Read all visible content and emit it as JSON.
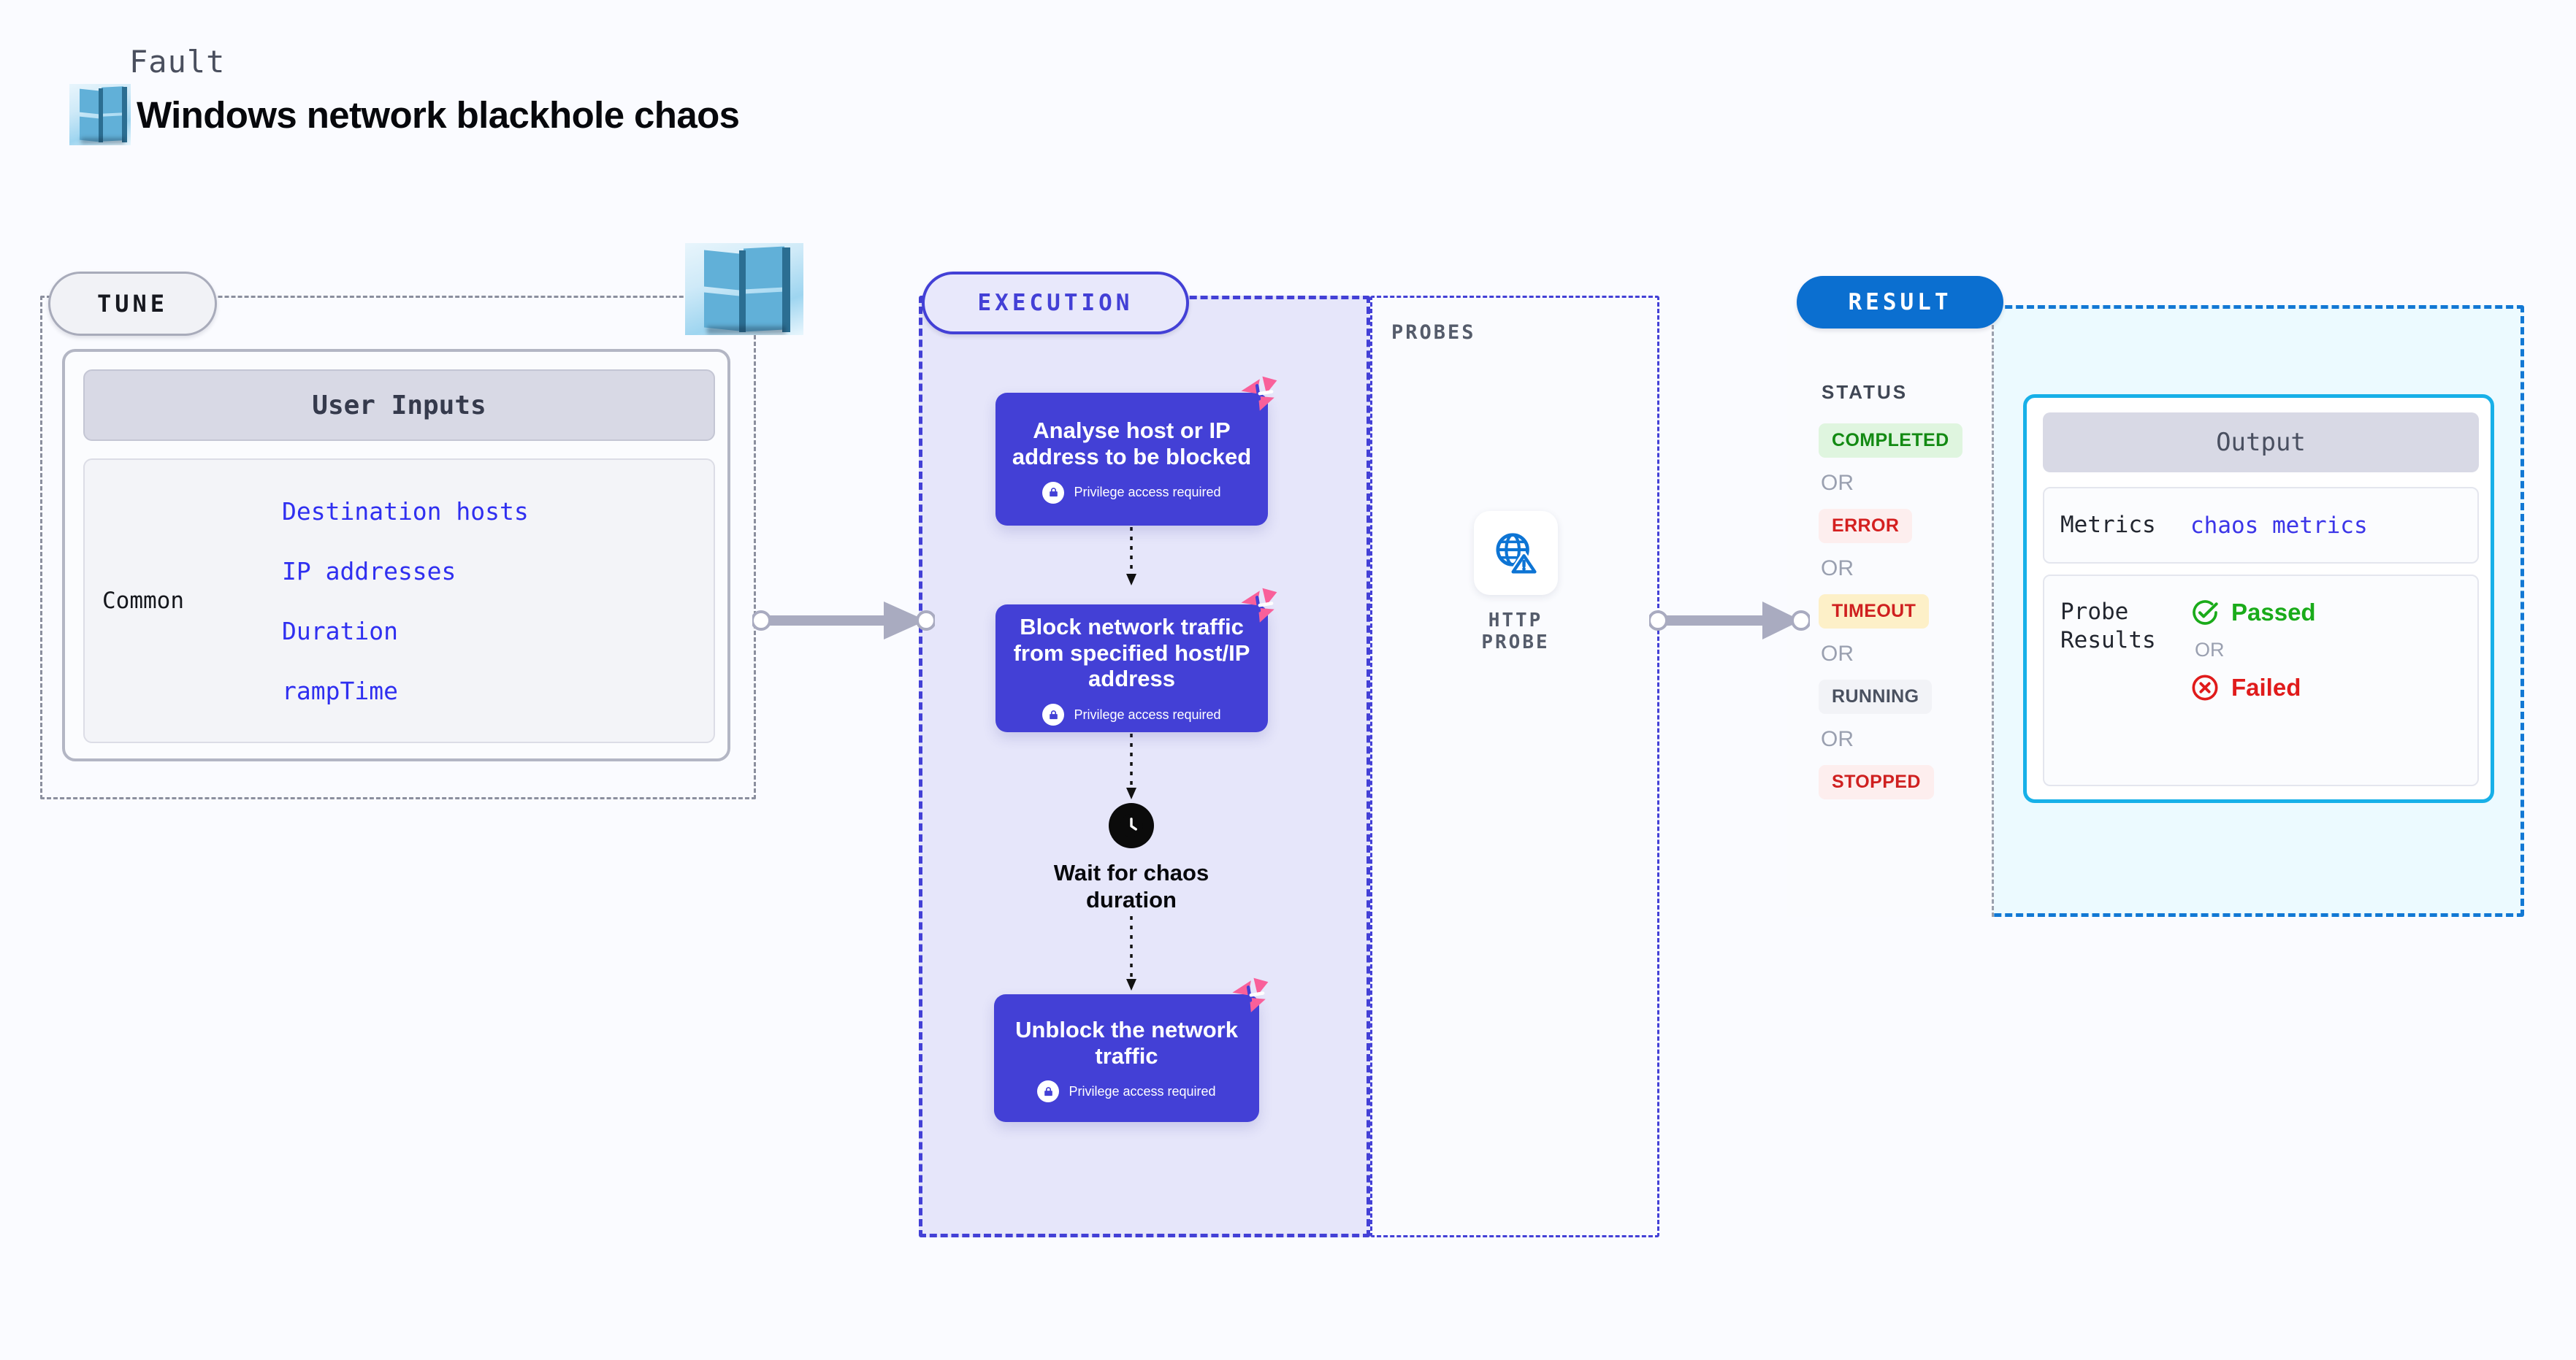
{
  "header": {
    "fault_label": "Fault",
    "title": "Windows network blackhole chaos",
    "logo_icon": "windows-logo-icon"
  },
  "tune": {
    "badge": "TUNE",
    "card_title": "User Inputs",
    "group_label": "Common",
    "params": [
      "Destination hosts",
      "IP addresses",
      "Duration",
      "rampTime"
    ],
    "platform_icon": "windows-logo-icon"
  },
  "execution": {
    "badge": "EXECUTION",
    "privilege_note": "Privilege access required",
    "nodes": [
      {
        "title": "Analyse host or IP address to be blocked",
        "privileged": true,
        "badge_icon": "litmus-chaos-icon"
      },
      {
        "title": "Block network traffic from specified host/IP address",
        "privileged": true,
        "badge_icon": "litmus-chaos-icon"
      },
      {
        "title": "Unblock the network traffic",
        "privileged": true,
        "badge_icon": "litmus-chaos-icon"
      }
    ],
    "wait": {
      "label": "Wait for chaos duration",
      "icon": "clock-icon"
    }
  },
  "probes": {
    "label": "PROBES",
    "items": [
      {
        "caption": "HTTP PROBE",
        "icon": "globe-warning-icon"
      }
    ]
  },
  "result": {
    "badge": "RESULT",
    "status_title": "STATUS",
    "or_text": "OR",
    "statuses": [
      {
        "label": "COMPLETED",
        "color": "#138a13",
        "bg": "#dff5df"
      },
      {
        "label": "ERROR",
        "color": "#d42020",
        "bg": "#fdeeee"
      },
      {
        "label": "TIMEOUT",
        "color": "#cf2020",
        "bg": "#fdf0c8"
      },
      {
        "label": "RUNNING",
        "color": "#4a5160",
        "bg": "#f2f3f7"
      },
      {
        "label": "STOPPED",
        "color": "#cf2020",
        "bg": "#fdeeee"
      }
    ],
    "output": {
      "title": "Output",
      "metrics_key": "Metrics",
      "metrics_value": "chaos metrics",
      "probe_key": "Probe Results",
      "passed_label": "Passed",
      "failed_label": "Failed",
      "or_text": "OR",
      "passed_icon": "check-circle-icon",
      "failed_icon": "x-circle-icon"
    }
  },
  "colors": {
    "canvas_bg": "#fafbff",
    "execution_purple": "#4340d6",
    "execution_bg": "#e6e6fa",
    "result_blue": "#0b6fd0",
    "result_bg": "#ecfaff",
    "output_border": "#17b0e8",
    "litmus_pink": "#f9609a",
    "param_blue": "#2f2ff0",
    "connector_gray": "#a9abc0"
  }
}
